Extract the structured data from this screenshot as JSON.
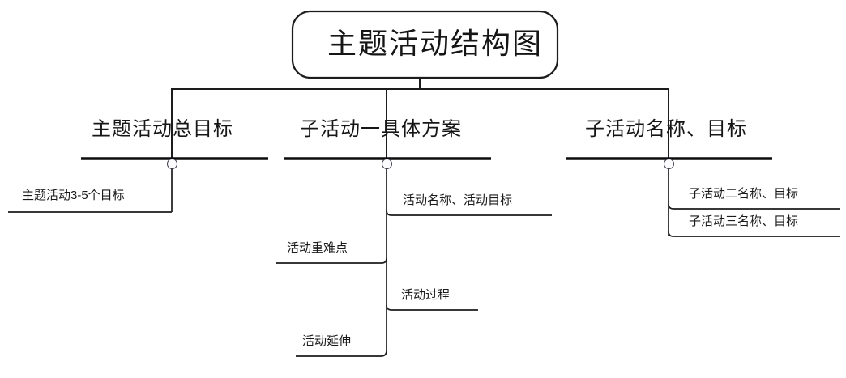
{
  "diagram": {
    "type": "mind-map",
    "title": "主题活动结构图",
    "root": {
      "label": "主题活动结构图",
      "shape": "rounded-rectangle"
    },
    "branches": [
      {
        "id": "branch-1",
        "label": "主题活动总目标",
        "collapse_icon": "collapse-minus-icon",
        "children": [
          {
            "id": "branch-1-child-1",
            "label": "主题活动3-5个目标",
            "side": "left"
          }
        ]
      },
      {
        "id": "branch-2",
        "label": "子活动一具体方案",
        "collapse_icon": "collapse-minus-icon",
        "children": [
          {
            "id": "branch-2-child-1",
            "label": "活动名称、活动目标",
            "side": "right"
          },
          {
            "id": "branch-2-child-2",
            "label": "活动重难点",
            "side": "left"
          },
          {
            "id": "branch-2-child-3",
            "label": "活动过程",
            "side": "right"
          },
          {
            "id": "branch-2-child-4",
            "label": "活动延伸",
            "side": "left"
          }
        ]
      },
      {
        "id": "branch-3",
        "label": "子活动名称、目标",
        "collapse_icon": "collapse-minus-icon",
        "children": [
          {
            "id": "branch-3-child-1",
            "label": "子活动二名称、目标",
            "side": "right"
          },
          {
            "id": "branch-3-child-2",
            "label": "子活动三名称、目标",
            "side": "right"
          }
        ]
      }
    ],
    "colors": {
      "background": "#ffffff",
      "line": "#1c1c1c",
      "text": "#161616",
      "collapse_fill": "#fbfbfd",
      "collapse_stroke": "#3b3b4a",
      "collapse_glyph": "#7b7fb5"
    }
  }
}
